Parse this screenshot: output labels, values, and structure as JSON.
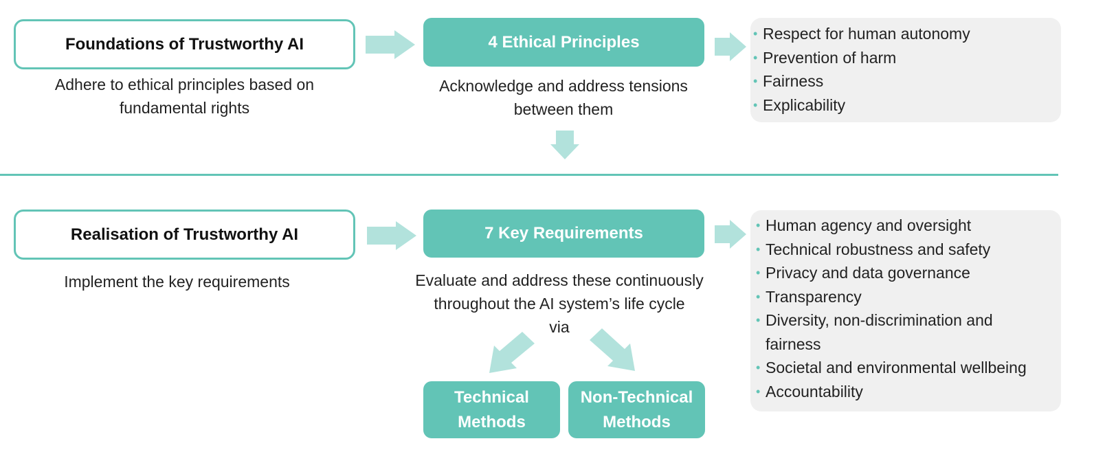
{
  "foundations": {
    "title": "Foundations of Trustworthy AI",
    "caption_line1": "Adhere to ethical principles based on",
    "caption_line2": "fundamental rights"
  },
  "principles": {
    "title": "4 Ethical Principles",
    "caption_line1": "Acknowledge and address tensions",
    "caption_line2": "between them",
    "items": [
      "Respect for human autonomy",
      "Prevention of harm",
      "Fairness",
      "Explicability"
    ]
  },
  "realisation": {
    "title": "Realisation of Trustworthy AI",
    "caption": "Implement the key requirements"
  },
  "requirements": {
    "title": "7 Key Requirements",
    "caption_line1": "Evaluate and address these continuously",
    "caption_line2": "throughout the AI system’s life cycle",
    "caption_line3": "via",
    "items": [
      "Human agency and oversight",
      "Technical robustness and safety",
      "Privacy and data governance",
      "Transparency",
      "Diversity, non-discrimination and fairness",
      "Societal and environmental wellbeing",
      "Accountability"
    ]
  },
  "methods": {
    "technical_line1": "Technical",
    "technical_line2": "Methods",
    "nontechnical_line1": "Non-Technical",
    "nontechnical_line2": "Methods"
  },
  "colors": {
    "teal": "#62c4b6",
    "arrow": "#b2e2dc",
    "panel": "#f0f0f0"
  }
}
